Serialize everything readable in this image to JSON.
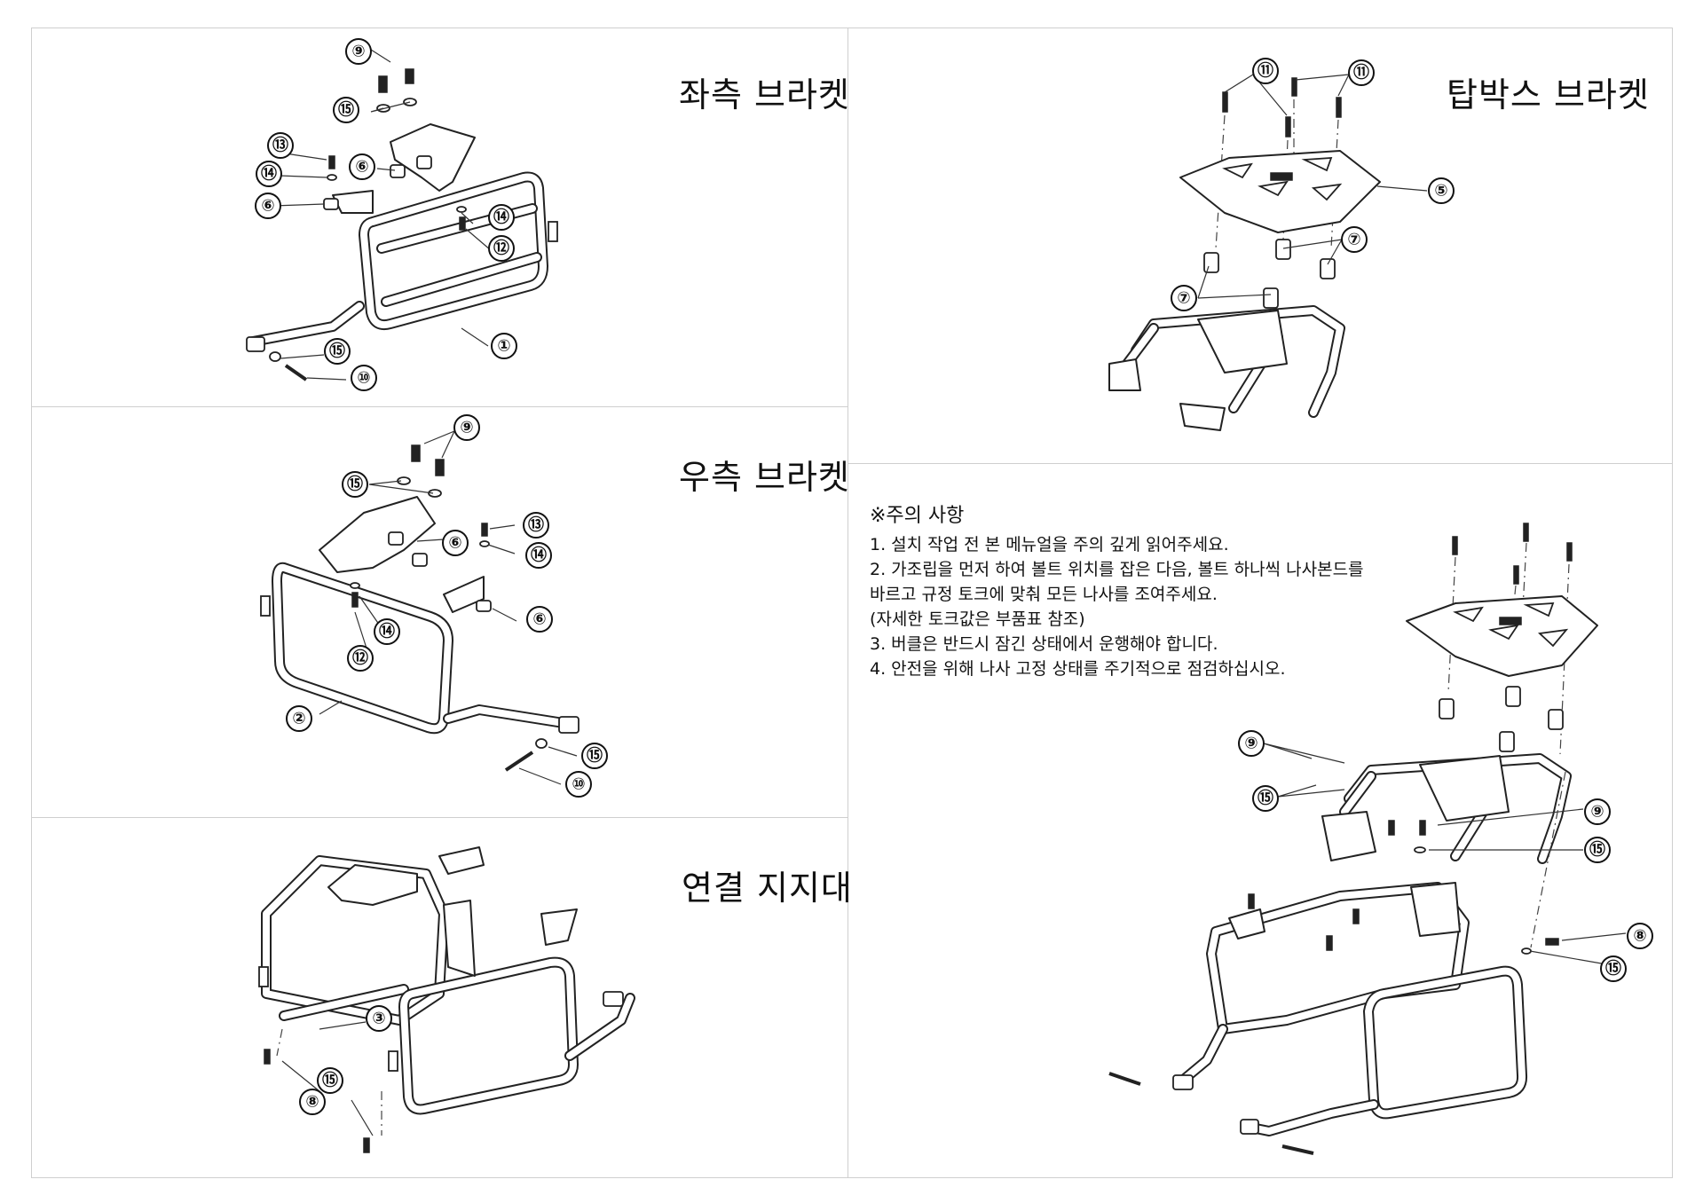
{
  "panels": {
    "left_bracket": {
      "title": "좌측 브라켓",
      "callouts": [
        "⑨",
        "⑮",
        "⑬",
        "⑭",
        "⑥",
        "⑥",
        "⑭",
        "⑫",
        "①",
        "⑮",
        "⑩"
      ]
    },
    "right_bracket": {
      "title": "우측 브라켓",
      "callouts": [
        "⑨",
        "⑮",
        "⑬",
        "⑭",
        "⑥",
        "⑭",
        "⑥",
        "⑫",
        "②",
        "⑮",
        "⑩"
      ]
    },
    "connection_support": {
      "title": "연결 지지대",
      "callouts": [
        "③",
        "⑮",
        "⑧"
      ]
    },
    "topbox_bracket": {
      "title": "탑박스 브라켓",
      "callouts": [
        "⑪",
        "⑪",
        "⑤",
        "⑦",
        "⑦"
      ]
    },
    "assembly": {
      "callouts": [
        "⑨",
        "⑮",
        "⑨",
        "⑮",
        "⑧",
        "⑮"
      ]
    }
  },
  "notes": {
    "heading": "※주의 사항",
    "lines": [
      "1. 설치 작업 전  본 메뉴얼을 주의 깊게 읽어주세요.",
      "2. 가조립을 먼저 하여 볼트 위치를 잡은 다음, 볼트 하나씩  나사본드를",
      "바르고 규정 토크에 맞춰  모든 나사를 조여주세요.",
      "(자세한 토크값은 부품표 참조)",
      "3. 버클은 반드시 잠긴 상태에서 운행해야 합니다.",
      "4. 안전을 위해 나사 고정 상태를 주기적으로  점검하십시오."
    ]
  }
}
